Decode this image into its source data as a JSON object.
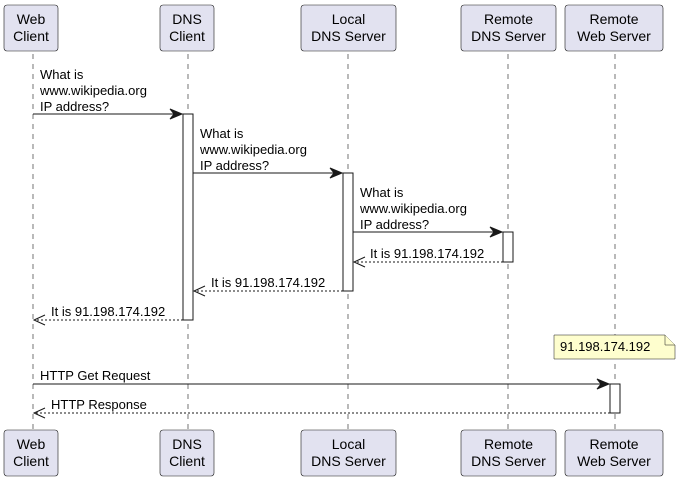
{
  "participants": [
    {
      "id": "web_client",
      "lines": [
        "Web",
        "Client"
      ]
    },
    {
      "id": "dns_client",
      "lines": [
        "DNS",
        "Client"
      ]
    },
    {
      "id": "local_dns",
      "lines": [
        "Local",
        "DNS Server"
      ]
    },
    {
      "id": "remote_dns",
      "lines": [
        "Remote",
        "DNS Server"
      ]
    },
    {
      "id": "remote_web",
      "lines": [
        "Remote",
        "Web Server"
      ]
    }
  ],
  "messages": [
    {
      "from": "web_client",
      "to": "dns_client",
      "type": "call",
      "lines": [
        "What is",
        "www.wikipedia.org",
        "IP address?"
      ]
    },
    {
      "from": "dns_client",
      "to": "local_dns",
      "type": "call",
      "lines": [
        "What is",
        "www.wikipedia.org",
        "IP address?"
      ]
    },
    {
      "from": "local_dns",
      "to": "remote_dns",
      "type": "call",
      "lines": [
        "What is",
        "www.wikipedia.org",
        "IP address?"
      ]
    },
    {
      "from": "remote_dns",
      "to": "local_dns",
      "type": "return",
      "lines": [
        "It is 91.198.174.192"
      ]
    },
    {
      "from": "local_dns",
      "to": "dns_client",
      "type": "return",
      "lines": [
        "It is 91.198.174.192"
      ]
    },
    {
      "from": "dns_client",
      "to": "web_client",
      "type": "return",
      "lines": [
        "It is 91.198.174.192"
      ]
    },
    {
      "from": "web_client",
      "to": "remote_web",
      "type": "call",
      "lines": [
        "HTTP Get Request"
      ]
    },
    {
      "from": "remote_web",
      "to": "web_client",
      "type": "return",
      "lines": [
        "HTTP Response"
      ]
    }
  ],
  "note": {
    "text": "91.198.174.192"
  }
}
